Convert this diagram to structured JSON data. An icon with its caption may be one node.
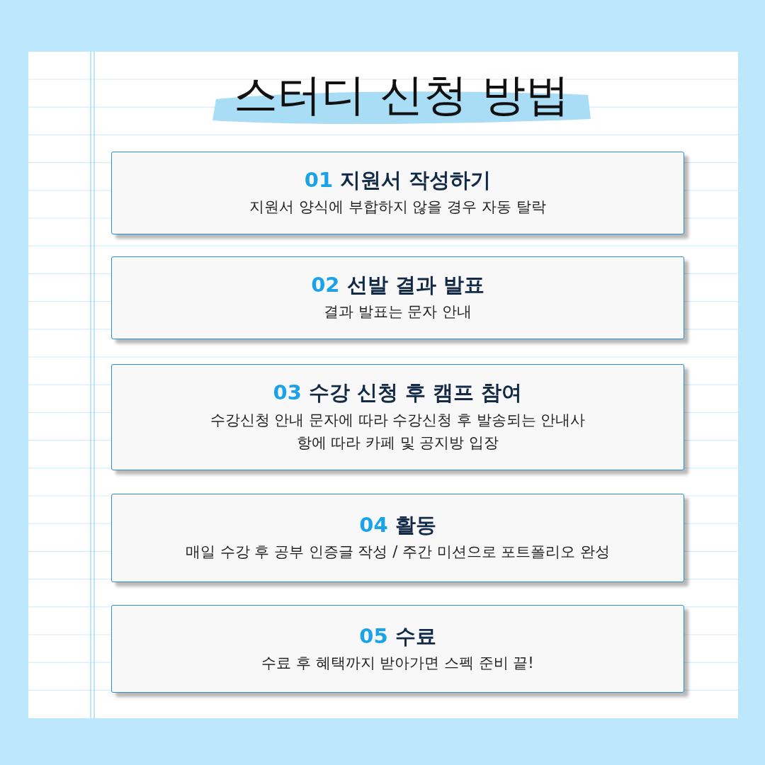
{
  "diagram": {
    "title": "스터디 신청 방법",
    "nodes": [
      {
        "text": [
          "01 지원서 작성하기",
          "지원서 양식에 부합하지 않을 경우 자동 탈락"
        ]
      },
      {
        "text": [
          "02 선발 결과 발표",
          "결과 발표는 문자 안내"
        ]
      },
      {
        "text": [
          "03 수강 신청 후 캠프 참여",
          "수강신청 안내 문자에 따라 수강신청 후 발송되는 안내사항에 따라 카페 및 공지방 입장"
        ]
      },
      {
        "text": [
          "04 활동",
          "매일 수강 후 공부 인증글 작성 / 주간 미션으로 포트폴리오 완성"
        ]
      },
      {
        "text": [
          "05 수료",
          "수료 후 혜택까지 받아가면 스펙 준비 끝!"
        ]
      }
    ]
  }
}
